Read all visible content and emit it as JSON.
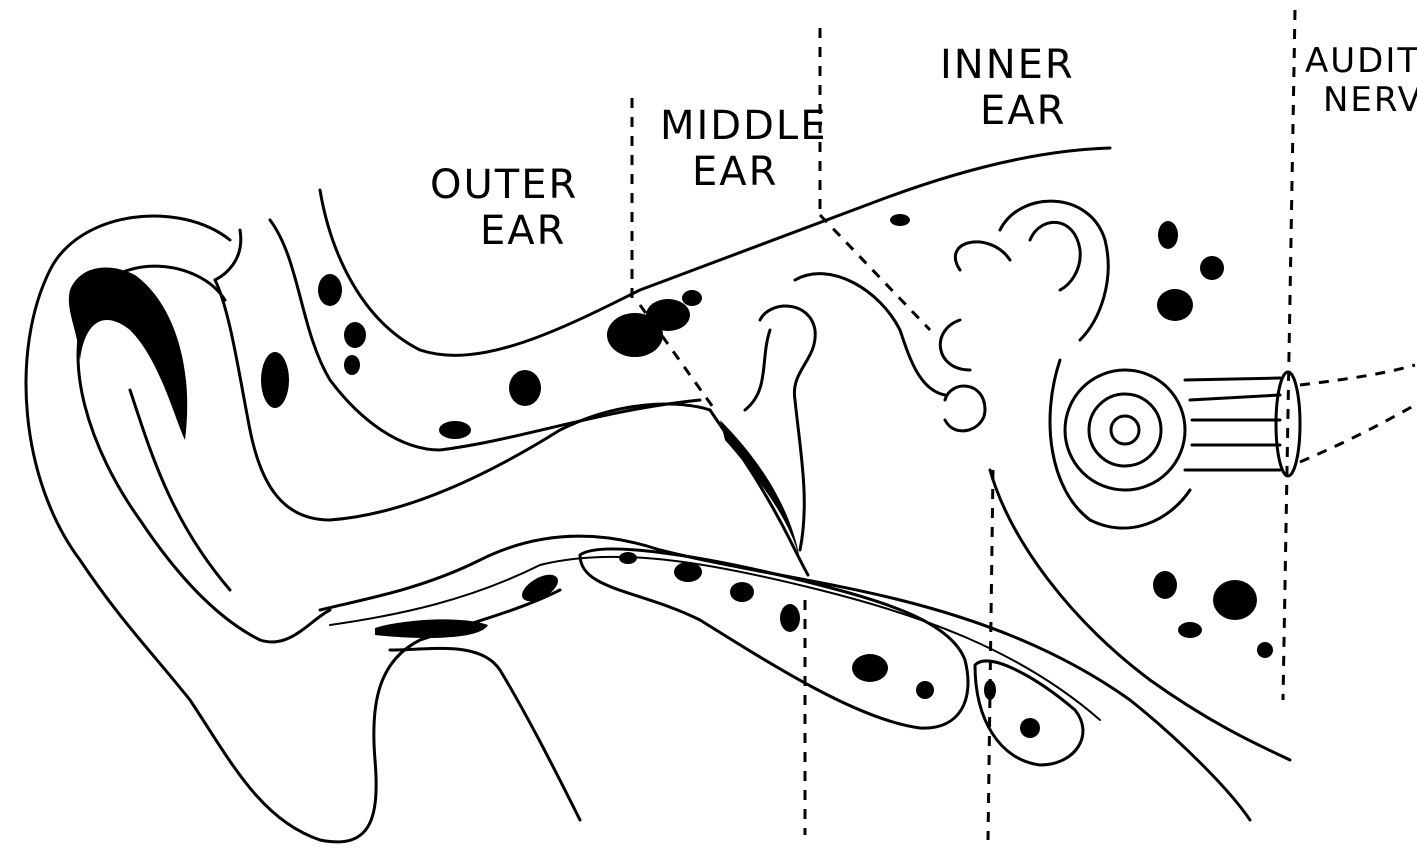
{
  "labels": {
    "outer_ear": {
      "line1": "OUTER",
      "line2": "EAR"
    },
    "middle_ear": {
      "line1": "MIDDLE",
      "line2": "EAR"
    },
    "inner_ear": {
      "line1": "INNER",
      "line2": "EAR"
    },
    "auditory_nerve": {
      "line1": "AUDITO",
      "line2": "NERV"
    }
  }
}
